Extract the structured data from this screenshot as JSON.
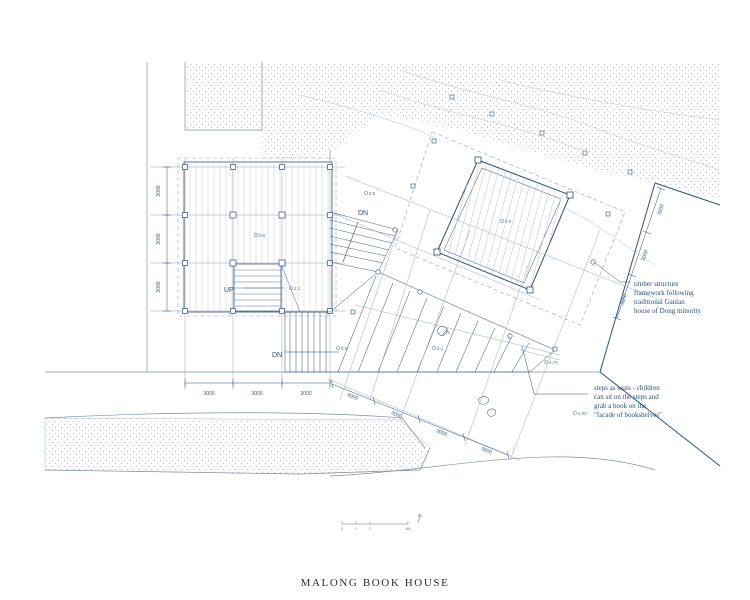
{
  "title": "MALONG BOOK HOUSE",
  "labels": {
    "up": "UP",
    "dn1": "DN",
    "dn2": "DN"
  },
  "levels": {
    "l1": "0.5",
    "l2": "0.0",
    "l3": "0.0",
    "l4": "2.1",
    "l5": "0.5",
    "l6": "2.75",
    "l7": "4.00",
    "l8": "2.1"
  },
  "dimensions": {
    "left_1": "3000",
    "left_2": "3000",
    "left_3": "3000",
    "bottom_1": "3000",
    "bottom_2": "3000",
    "bottom_3": "3000",
    "diag_1": "3000",
    "diag_2": "3000",
    "diag_3": "3000",
    "diag_4": "3000",
    "right_1": "3000",
    "right_2": "3000",
    "right_3": "3000"
  },
  "annotations": {
    "timber": [
      "timber structure",
      "framework following",
      "traditional Ganlan",
      "house of Dong minority"
    ],
    "steps": [
      "steps as seats - children",
      "can sit on the steps and",
      "grab a book on the",
      "\"facade of bookshelves\""
    ]
  },
  "scale_bar": {
    "ticks": [
      "0",
      "1",
      "2",
      "5M"
    ]
  },
  "colors": {
    "line": "#2f4f78",
    "fine": "#8fa3bb",
    "hatch": "#c3ccd6"
  }
}
